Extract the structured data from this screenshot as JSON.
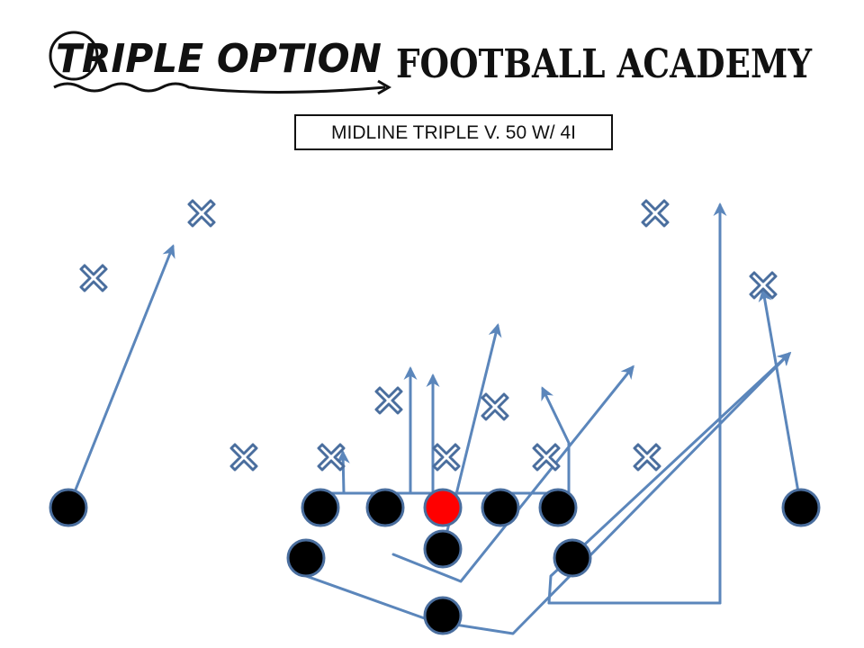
{
  "header": {
    "brand_script": "TRIPLE OPTION",
    "brand_block": "FOOTBALL ACADEMY"
  },
  "play": {
    "title": "MIDLINE TRIPLE V. 50 W/ 4I"
  },
  "colors": {
    "route": "#5b86bb",
    "defender": "#4a6e9e",
    "offense": "#000000",
    "ball_carrier": "#ff0000",
    "player_outline": "#4a6e9e"
  },
  "icons": {
    "defender": "x-mark-icon",
    "offense": "circle-icon",
    "route_end": "arrowhead-icon"
  }
}
